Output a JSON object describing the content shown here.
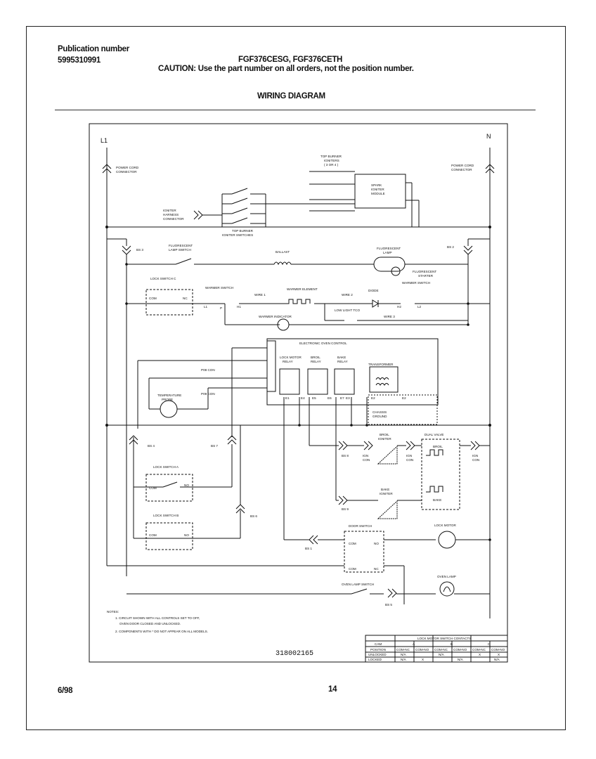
{
  "header": {
    "publication_label": "Publication number",
    "publication_number": "5995310991",
    "models": "FGF376CESG, FGF376CETH",
    "caution": "CAUTION:  Use the part number on all orders, not the position number.",
    "section_title": "WIRING DIAGRAM"
  },
  "footer": {
    "date": "6/98",
    "page": "14"
  },
  "diagram": {
    "line_l1": "L1",
    "line_n": "N",
    "power_cord_left": [
      "POWER CORD",
      "CONNECTOR"
    ],
    "power_cord_right": [
      "POWER CORD",
      "CONNECTOR"
    ],
    "igniter_harness": [
      "IGNITER",
      "HARNESS",
      "CONNECTOR"
    ],
    "top_burner_switches": [
      "TOP BURNER",
      "IGNITER SWITCHES"
    ],
    "top_burner_igniters": [
      "TOP BURNER",
      "IGNITERS",
      "( 3 OR 4 )"
    ],
    "spark_module": [
      "SPARK",
      "IGNITER",
      "MODULE"
    ],
    "bs3": "BS 3",
    "bs2": "BS 2",
    "bs4": "BS 4",
    "bs7": "BS 7",
    "bs5": "BS 5",
    "bs6": "BS 6",
    "bs8": "BS 8",
    "bs1": "BS 1",
    "bs9": "BS 9",
    "fluor_lamp_switch": [
      "FLUORESCENT",
      "LAMP SWITCH"
    ],
    "ballast": "BALLAST",
    "fluor_lamp": [
      "FLUORESCENT",
      "LAMP"
    ],
    "fluor_starter": [
      "FLUORESCENT",
      "STARTER"
    ],
    "warmer_switch": "WARMER SWITCH",
    "warmer_switch_2": "WARMER SWITCH",
    "lock_switch_c": "LOCK SWITCH C",
    "com": "COM",
    "nc": "NC",
    "no": "NO",
    "wire1": "WIRE 1",
    "wire2": "WIRE 2",
    "wire3": "WIRE 3",
    "warmer_element": "WARMER ELEMENT",
    "diode": "DIODE",
    "low_light_tco": "LOW LIGHT TCO",
    "warmer_indicator": "WARMER INDICATOR",
    "l1_pin": "L1",
    "p_pin": "P",
    "h1_pin": "H1",
    "h2_pin": "H2",
    "l2_pin": "L2",
    "eoc": "ELECTRONIC OVEN CONTROL",
    "lock_motor_relay": [
      "LOCK MOTOR",
      "RELAY"
    ],
    "broil_relay": [
      "BROIL",
      "RELAY"
    ],
    "bake_relay": [
      "BAKE",
      "RELAY"
    ],
    "transformer": "TRANSFORMER",
    "chassis_ground": [
      "CHASSIS",
      "GROUND"
    ],
    "p8_con": "P08 CON",
    "p9_con": "P09 CON",
    "temp_probe": [
      "TEMPERATURE",
      "PROBE"
    ],
    "terminals": [
      "E1",
      "E4",
      "E5",
      "E6",
      "E7",
      "E3",
      "E2",
      "E2"
    ],
    "broil_igniter": [
      "BROIL",
      "IGNITER"
    ],
    "bake_igniter": [
      "BAKE",
      "IGNITER"
    ],
    "dual_valve": "DUAL VALVE",
    "valve_broil": "BROIL",
    "valve_bake": "BAKE",
    "ign_con": [
      "IGN",
      "CON"
    ],
    "lock_switch_a": "LOCK SWITCH A",
    "lock_switch_b": "LOCK SWITCH B",
    "door_switch": "DOOR SWITCH",
    "lock_motor": "LOCK MOTOR",
    "oven_lamp": "OVEN LAMP",
    "oven_lamp_switch": "OVEN LAMP SWITCH",
    "notes": [
      "NOTES:",
      "1. CIRCUIT SHOWN WITH ALL CONTROLS SET TO OFF,",
      "   OVEN DOOR CLOSED AND UNLOCKED.",
      "2. COMPONENTS WITH * DO NOT APPEAR ON ALL MODELS."
    ],
    "drawing_number": "318002165",
    "table": {
      "title": "LOCK MOTOR SWITCH CONTACTS",
      "corner": [
        "CAM",
        "POSITION"
      ],
      "switches": [
        "A",
        "B",
        "C"
      ],
      "sub": [
        "COM-NC",
        "COM-NO",
        "COM-NC",
        "COM-NO",
        "COM-NC",
        "COM-NO"
      ],
      "rows": [
        {
          "label": "UNLOCKED",
          "cells": [
            "N/A",
            "",
            "N/A",
            "",
            "X",
            "X"
          ]
        },
        {
          "label": "LOCKED",
          "cells": [
            "N/A",
            "X",
            "",
            "N/A",
            "",
            "N/A"
          ]
        }
      ]
    }
  }
}
